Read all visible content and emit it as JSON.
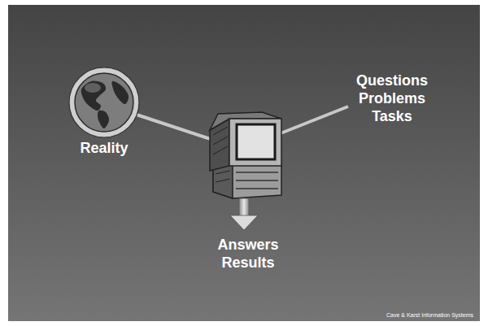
{
  "diagram": {
    "nodes": [
      {
        "text": [
          "Reality"
        ]
      }
    ],
    "labels": [
      "Questions Problems Tasks",
      "Answers Results",
      "Cave & Karst Information Systems"
    ]
  }
}
